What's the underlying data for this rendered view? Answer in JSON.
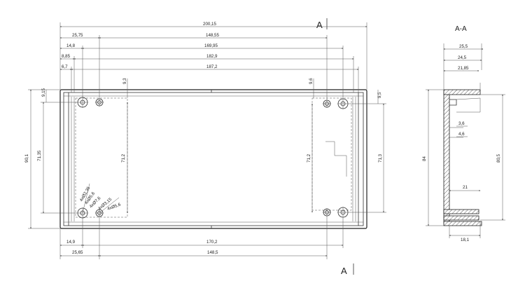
{
  "section_marks": {
    "top": "A",
    "bottom": "A",
    "title": "A-A"
  },
  "front_view": {
    "top_dims": [
      "200,15",
      "25,75",
      "148,55",
      "14,8",
      "169,95",
      "8,85",
      "182,9",
      "6,7",
      "187,2"
    ],
    "small_top": [
      "9,15",
      "9,3",
      "9,6",
      "9,5"
    ],
    "left_dims": [
      "90,1",
      "71,35"
    ],
    "inner_dims": [
      "71,2",
      "71,2",
      "71,3"
    ],
    "bottom_dims": [
      "14,9",
      "170,2",
      "25,65",
      "148,5"
    ],
    "hole_notes": [
      "4xØ2,35",
      "4xØ5,6",
      "4xØ7,6",
      "4xØ3,15",
      "4xØ5,6"
    ]
  },
  "section_view": {
    "top_dims": [
      "25,5",
      "24,5",
      "21,85"
    ],
    "side_dims": [
      "84",
      "80,5"
    ],
    "inner_dims": [
      "3,6",
      "4,6",
      "21"
    ],
    "bottom_dims": [
      "18,1"
    ]
  }
}
